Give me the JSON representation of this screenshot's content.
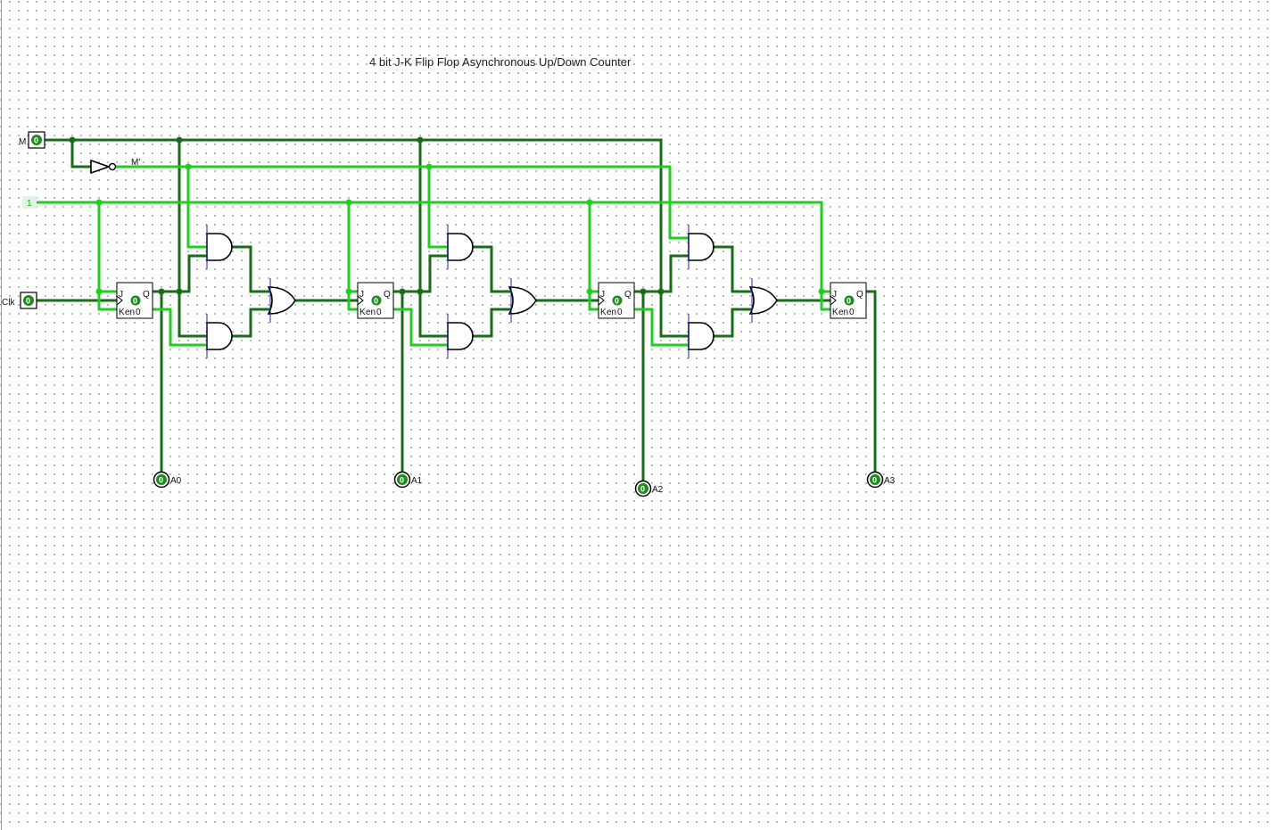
{
  "title": "4 bit J-K Flip Flop Asynchronous Up/Down Counter",
  "inputs": {
    "mode": {
      "label": "M",
      "value": "0"
    },
    "clock": {
      "label": "Clk",
      "value": "0"
    },
    "constant": {
      "label": "1"
    }
  },
  "inverter_label": "M'",
  "flip_flops": [
    {
      "j": "J",
      "k": "K",
      "q": "Q",
      "en": "en",
      "state": "0"
    },
    {
      "j": "J",
      "k": "K",
      "q": "Q",
      "en": "en",
      "state": "0"
    },
    {
      "j": "J",
      "k": "K",
      "q": "Q",
      "en": "en",
      "state": "0"
    },
    {
      "j": "J",
      "k": "K",
      "q": "Q",
      "en": "en",
      "state": "0"
    }
  ],
  "outputs": [
    {
      "label": "A0",
      "value": "0"
    },
    {
      "label": "A1",
      "value": "0"
    },
    {
      "label": "A2",
      "value": "0"
    },
    {
      "label": "A3",
      "value": "0"
    }
  ],
  "colors": {
    "wire_low": "#1a6b1a",
    "wire_high": "#22cc22",
    "pin_fill": "#1f8a1f",
    "background": "#ffffff",
    "grid_dot": "#a9a9a9"
  }
}
